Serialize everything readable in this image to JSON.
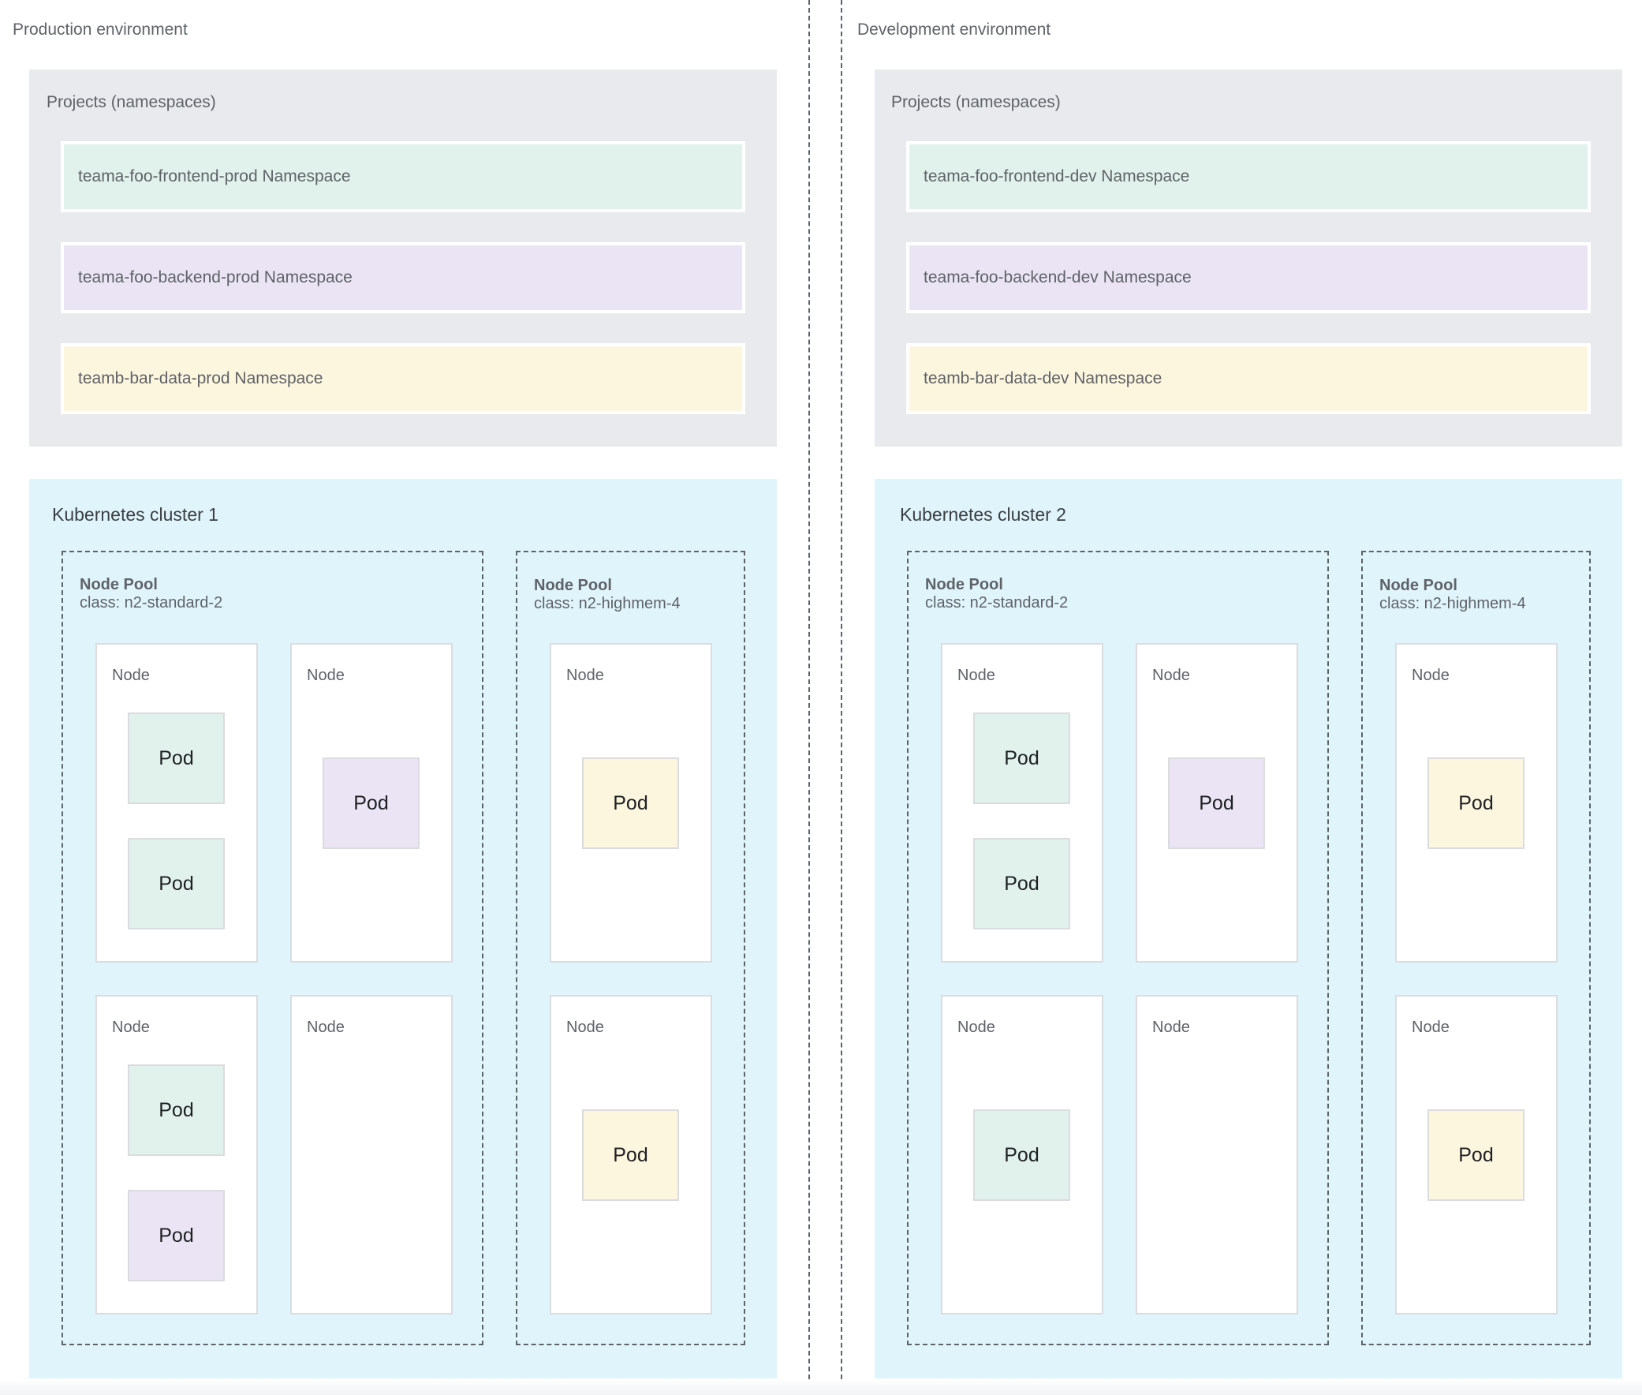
{
  "environments": [
    {
      "label": "Production environment",
      "projects_label": "Projects (namespaces)",
      "namespaces": [
        {
          "label": "teama-foo-frontend-prod Namespace",
          "color": "#e0f2eb"
        },
        {
          "label": "teama-foo-backend-prod Namespace",
          "color": "#ebe4f5"
        },
        {
          "label": "teamb-bar-data-prod Namespace",
          "color": "#fdf6df"
        }
      ],
      "cluster": {
        "label": "Kubernetes cluster 1",
        "pools": [
          {
            "title": "Node Pool",
            "class": "class: n2-standard-2"
          },
          {
            "title": "Node Pool",
            "class": "class: n2-highmem-4"
          }
        ]
      }
    },
    {
      "label": "Development environment",
      "projects_label": "Projects (namespaces)",
      "namespaces": [
        {
          "label": "teama-foo-frontend-dev Namespace",
          "color": "#e0f2eb"
        },
        {
          "label": "teama-foo-backend-dev Namespace",
          "color": "#ebe4f5"
        },
        {
          "label": "teamb-bar-data-dev Namespace",
          "color": "#fdf6df"
        }
      ],
      "cluster": {
        "label": "Kubernetes cluster 2",
        "pools": [
          {
            "title": "Node Pool",
            "class": "class: n2-standard-2"
          },
          {
            "title": "Node Pool",
            "class": "class: n2-highmem-4"
          }
        ]
      }
    }
  ],
  "node_label": "Node",
  "pod_label": "Pod",
  "colors": {
    "frontend": "#e0f2eb",
    "backend": "#ebe4f5",
    "data": "#fdf6df",
    "projects_bg": "#e8eaed",
    "cluster_bg": "#e0f4fc"
  }
}
